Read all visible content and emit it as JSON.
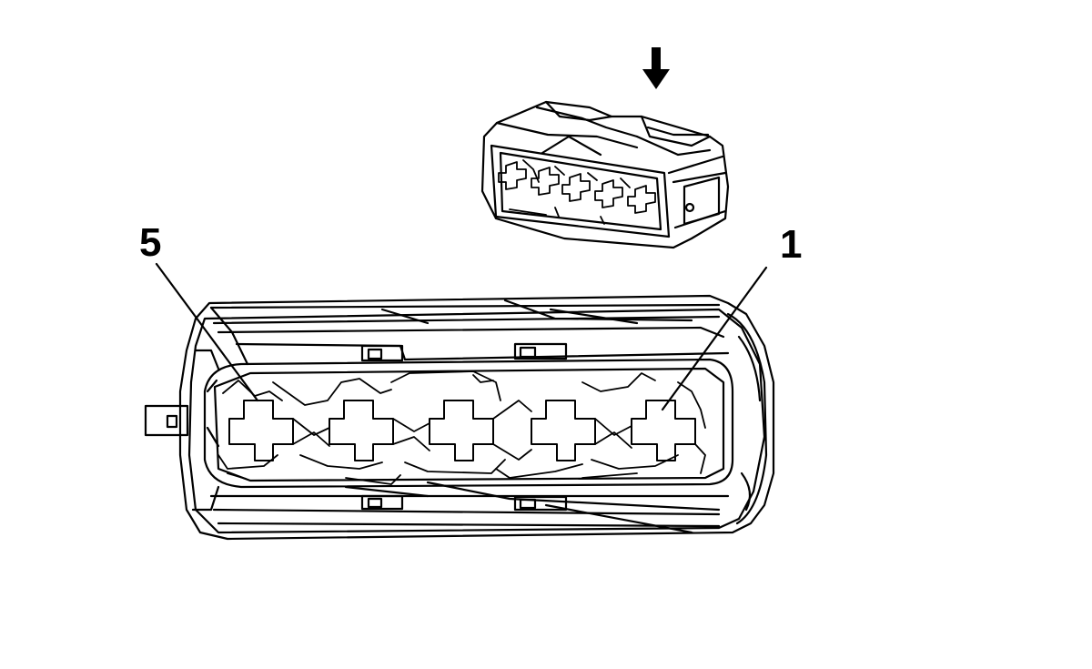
{
  "callouts": {
    "left_label": "5",
    "right_label": "1"
  },
  "icons": {
    "view_arrow": "down-arrow-icon",
    "small_connector": "connector-perspective-icon",
    "large_connector": "connector-face-view-icon"
  },
  "colors": {
    "line": "#000000",
    "background": "#ffffff"
  },
  "connector": {
    "cavity_count": 5
  }
}
